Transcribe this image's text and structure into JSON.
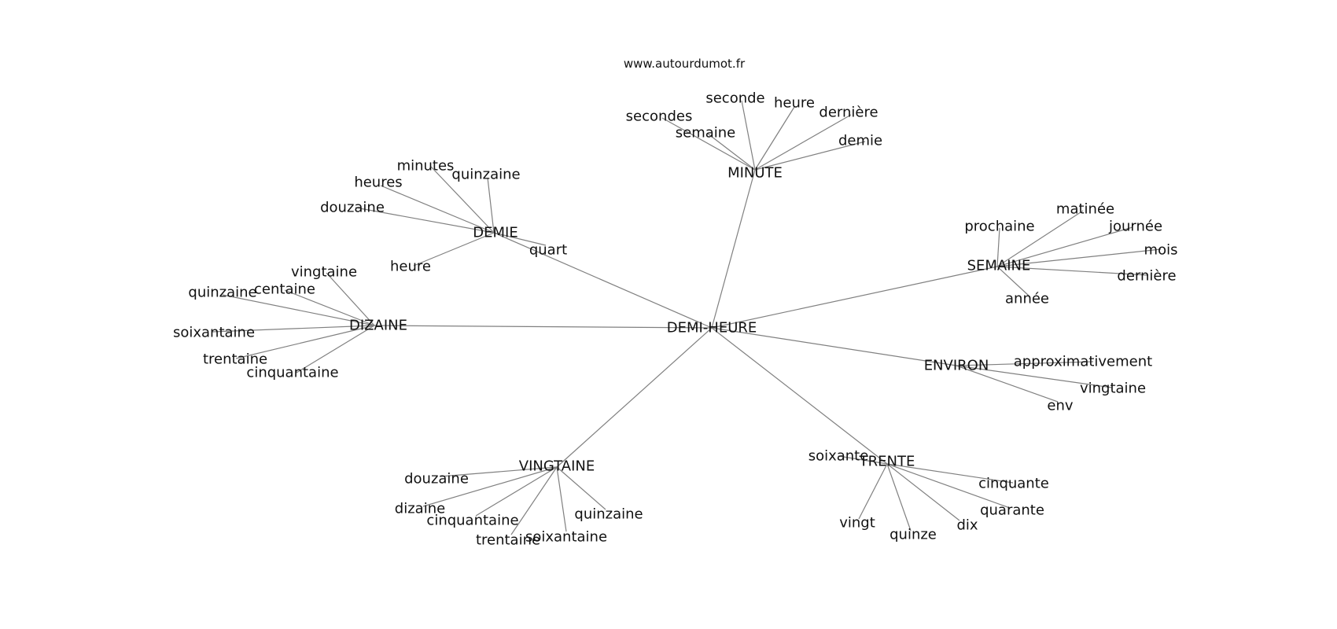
{
  "source": "www.autourdumot.fr",
  "colors": {
    "edge": "#808080",
    "text": "#111111",
    "background": "#ffffff"
  },
  "graph": {
    "center": "DEMI-HEURE",
    "clusters": [
      {
        "hub": "MINUTE",
        "words": [
          "seconde",
          "heure",
          "dernière",
          "secondes",
          "semaine",
          "demie"
        ]
      },
      {
        "hub": "DEMIE",
        "words": [
          "minutes",
          "quinzaine",
          "heures",
          "douzaine",
          "quart",
          "heure"
        ]
      },
      {
        "hub": "SEMAINE",
        "words": [
          "matinée",
          "prochaine",
          "journée",
          "mois",
          "dernière",
          "année"
        ]
      },
      {
        "hub": "DIZAINE",
        "words": [
          "vingtaine",
          "centaine",
          "quinzaine",
          "soixantaine",
          "trentaine",
          "cinquantaine"
        ]
      },
      {
        "hub": "ENVIRON",
        "words": [
          "approximativement",
          "vingtaine",
          "env"
        ]
      },
      {
        "hub": "VINGTAINE",
        "words": [
          "douzaine",
          "dizaine",
          "cinquantaine",
          "quinzaine",
          "trentaine",
          "soixantaine"
        ]
      },
      {
        "hub": "TRENTE",
        "words": [
          "soixante",
          "cinquante",
          "quarante",
          "vingt",
          "quinze",
          "dix"
        ]
      }
    ]
  }
}
